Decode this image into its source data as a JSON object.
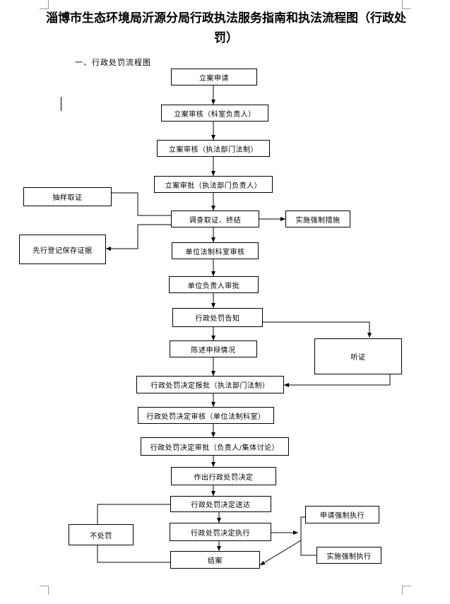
{
  "title": "淄博市生态环境局沂源分局行政执法服务指南和执法流程图（行政处罚）",
  "section_heading": "一、行政处罚流程图",
  "nodes": {
    "lian_shenqing": "立案申请",
    "lian_shenhe_keshi": "立案审核（科室负责人）",
    "lian_shenhe_fazhi": "立案审核（执法部门法制）",
    "lian_shenpi": "立案审批（执法部门负责人）",
    "chouyang": "抽样取证",
    "diaocha": "调查取证、终结",
    "qiangzhi_cuoshi": "实施强制措施",
    "xianxing_dengji": "先行登记保存证据",
    "danwei_fazhi_shenhe": "单位法制科室审核",
    "danwei_fuzeren_shenpi": "单位负责人审批",
    "gaozhi": "行政处罚告知",
    "tingzheng": "听证",
    "chenshu": "陈述申辩情况",
    "jueding_baopi": "行政处罚决定报批（执法部门法制）",
    "jueding_shenhe": "行政处罚决定审核（单位法制科室）",
    "jueding_shenpi": "行政处罚决定审批（负责人/集体讨论）",
    "zuochu_jueding": "作出行政处罚决定",
    "buchufa": "不处罚",
    "songda": "行政处罚决定送达",
    "zhixing": "行政处罚决定执行",
    "shenqing_qiangzhi": "申请强制执行",
    "shishi_qiangzhi": "实施强制执行",
    "jiean": "结案"
  }
}
